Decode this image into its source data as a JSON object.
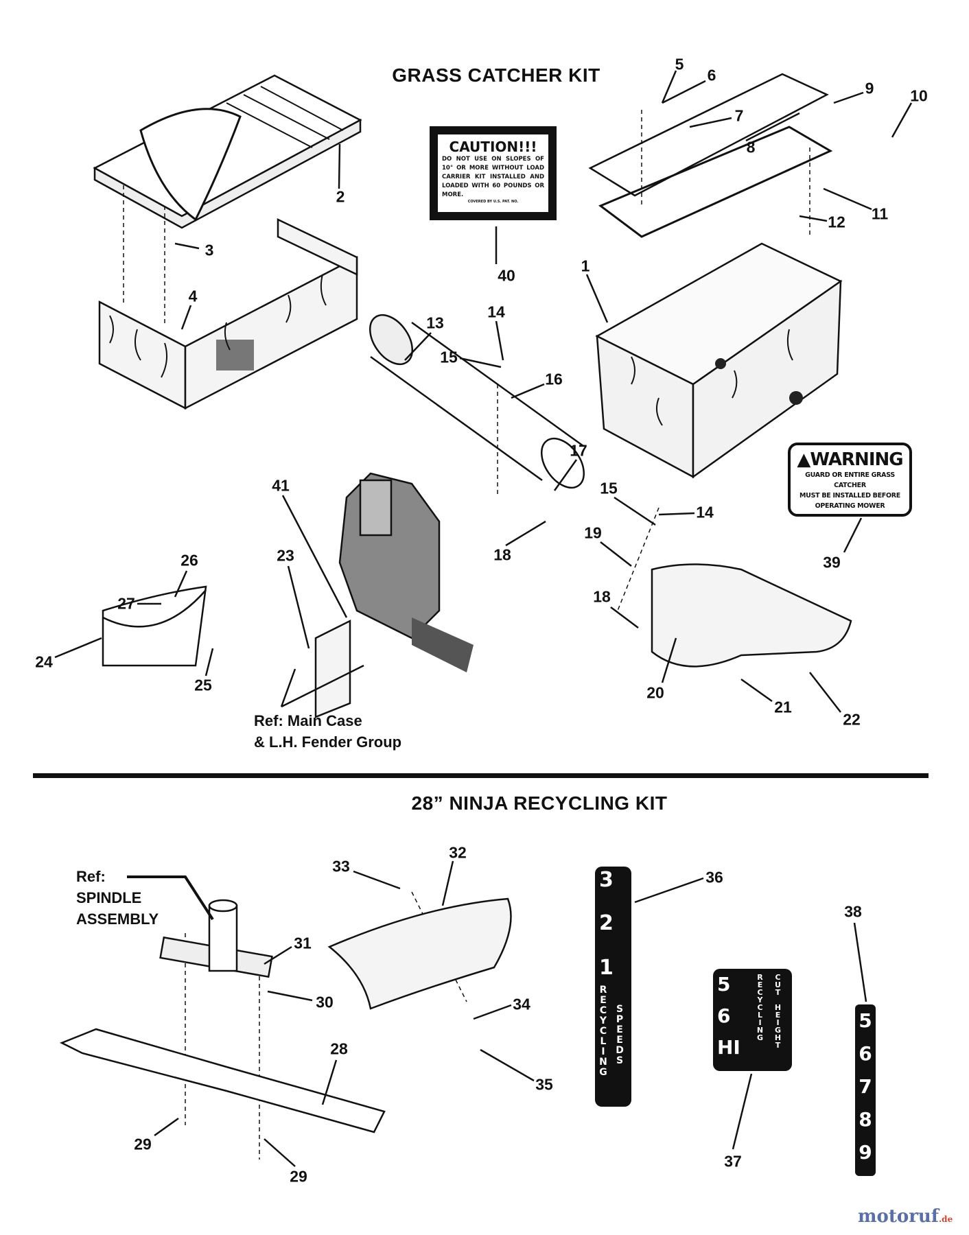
{
  "titles": {
    "grass_catcher": "GRASS CATCHER KIT",
    "recycling": "28” NINJA RECYCLING KIT"
  },
  "labels": {
    "p1": "1",
    "p2": "2",
    "p3": "3",
    "p4": "4",
    "p5": "5",
    "p6": "6",
    "p7": "7",
    "p8": "8",
    "p9": "9",
    "p10": "10",
    "p11": "11",
    "p12": "12",
    "p13": "13",
    "p14a": "14",
    "p14b": "14",
    "p15a": "15",
    "p15b": "15",
    "p16": "16",
    "p17": "17",
    "p18a": "18",
    "p18b": "18",
    "p19": "19",
    "p20": "20",
    "p21": "21",
    "p22": "22",
    "p23": "23",
    "p24": "24",
    "p25": "25",
    "p26": "26",
    "p27": "27",
    "p28": "28",
    "p29a": "29",
    "p29b": "29",
    "p30": "30",
    "p31": "31",
    "p32": "32",
    "p33": "33",
    "p34": "34",
    "p35": "35",
    "p36": "36",
    "p37": "37",
    "p38": "38",
    "p39": "39",
    "p40": "40",
    "p41": "41"
  },
  "refs": {
    "main_case": [
      "Ref: Main Case",
      "& L.H. Fender Group"
    ],
    "spindle": [
      "Ref:",
      "SPINDLE",
      "ASSEMBLY"
    ]
  },
  "caution_sign": {
    "heading": "CAUTION!!!",
    "body": "DO NOT USE ON SLOPES OF 10° OR MORE WITHOUT LOAD CARRIER KIT INSTALLED AND LOADED WITH 60 POUNDS OR MORE.",
    "patent": "COVERED BY U.S. PAT. NO."
  },
  "warning_sign": {
    "heading": "WARNING",
    "body": [
      "GUARD OR ENTIRE GRASS CATCHER",
      "MUST BE INSTALLED BEFORE",
      "OPERATING MOWER"
    ]
  },
  "decal_speeds": {
    "numbers": [
      "3",
      "2",
      "1"
    ],
    "text_a": "RECYCLING",
    "text_b": "SPEEDS"
  },
  "decal_height": {
    "numbers": [
      "5",
      "6",
      "HI"
    ],
    "text_a": "RECYCLING",
    "text_b": "CUT HEIGHT"
  },
  "decal_numbers": [
    "5",
    "6",
    "7",
    "8",
    "9"
  ],
  "watermark": {
    "name": "motoruf",
    "tld": ".de"
  }
}
